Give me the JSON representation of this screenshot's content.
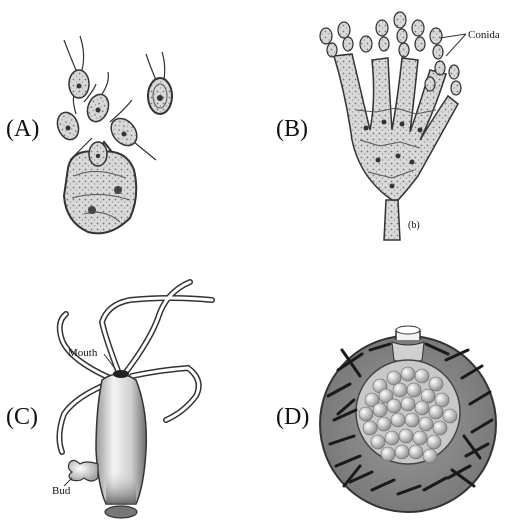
{
  "panels": {
    "a": {
      "label": "(A)"
    },
    "b": {
      "label": "(B)",
      "conidia_label": "Conida",
      "sub_label": "(b)"
    },
    "c": {
      "label": "(C)",
      "mouth_label": "Mouth",
      "bud_label": "Bud"
    },
    "d": {
      "label": "(D)"
    }
  }
}
